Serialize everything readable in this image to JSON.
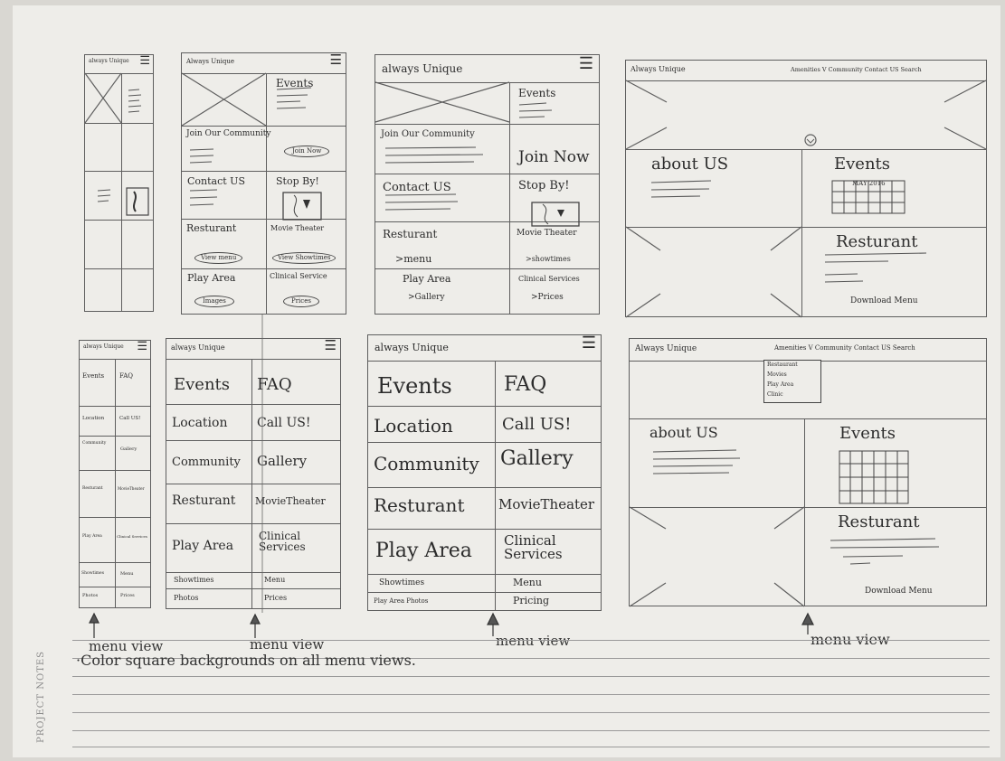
{
  "brand": "always Unique",
  "brand_alt": "Always Unique",
  "tablet_top": {
    "events": "Events",
    "join": "Join Our Community",
    "join_btn": "Join Now",
    "contact": "Contact US",
    "stop": "Stop By!",
    "restaurant": "Resturant",
    "movie": "Movie Theater",
    "restaurant_btn": "View menu",
    "movie_btn": "View Showtimes",
    "play": "Play Area",
    "clinical": "Clinical Service",
    "play_btn": "Images",
    "clinical_btn": "Prices"
  },
  "desk_top": {
    "events": "Events",
    "join": "Join Our Community",
    "join_btn": "Join Now",
    "contact": "Contact US",
    "stop": "Stop By!",
    "restaurant": "Resturant",
    "restaurant_link": ">menu",
    "movie": "Movie Theater",
    "movie_link": ">showtimes",
    "play": "Play Area",
    "play_link": ">Gallery",
    "clinical": "Clinical Services",
    "clinical_link": ">Prices"
  },
  "wide_top": {
    "nav": "Amenities V   Community   Contact US   Search",
    "about": "about US",
    "events": "Events",
    "calendar": "MAY 2016",
    "restaurant": "Resturant",
    "download": "Download Menu"
  },
  "menu_view": {
    "events": "Events",
    "faq": "FAQ",
    "location": "Location",
    "call": "Call US!",
    "community": "Community",
    "gallery": "Gallery",
    "restaurant": "Resturant",
    "movie": "MovieTheater",
    "play": "Play Area",
    "clinical": "Clinical Services",
    "showtimes": "Showtimes",
    "menu": "Menu",
    "photos": "Photos",
    "prices": "Prices",
    "pricing": "Pricing",
    "play_photos": "Play Area Photos"
  },
  "wide_bottom": {
    "nav": "Amenities V   Community   Contact US   Search",
    "dropdown": [
      "Restaurant",
      "Movies",
      "Play Area",
      "Clinic"
    ],
    "about": "about US",
    "events": "Events",
    "restaurant": "Resturant",
    "download": "Download Menu"
  },
  "labels": {
    "menu_view": "menu view"
  },
  "notes": {
    "side_label": "PROJECT NOTES",
    "line1": "·Color square backgrounds on all menu views."
  }
}
